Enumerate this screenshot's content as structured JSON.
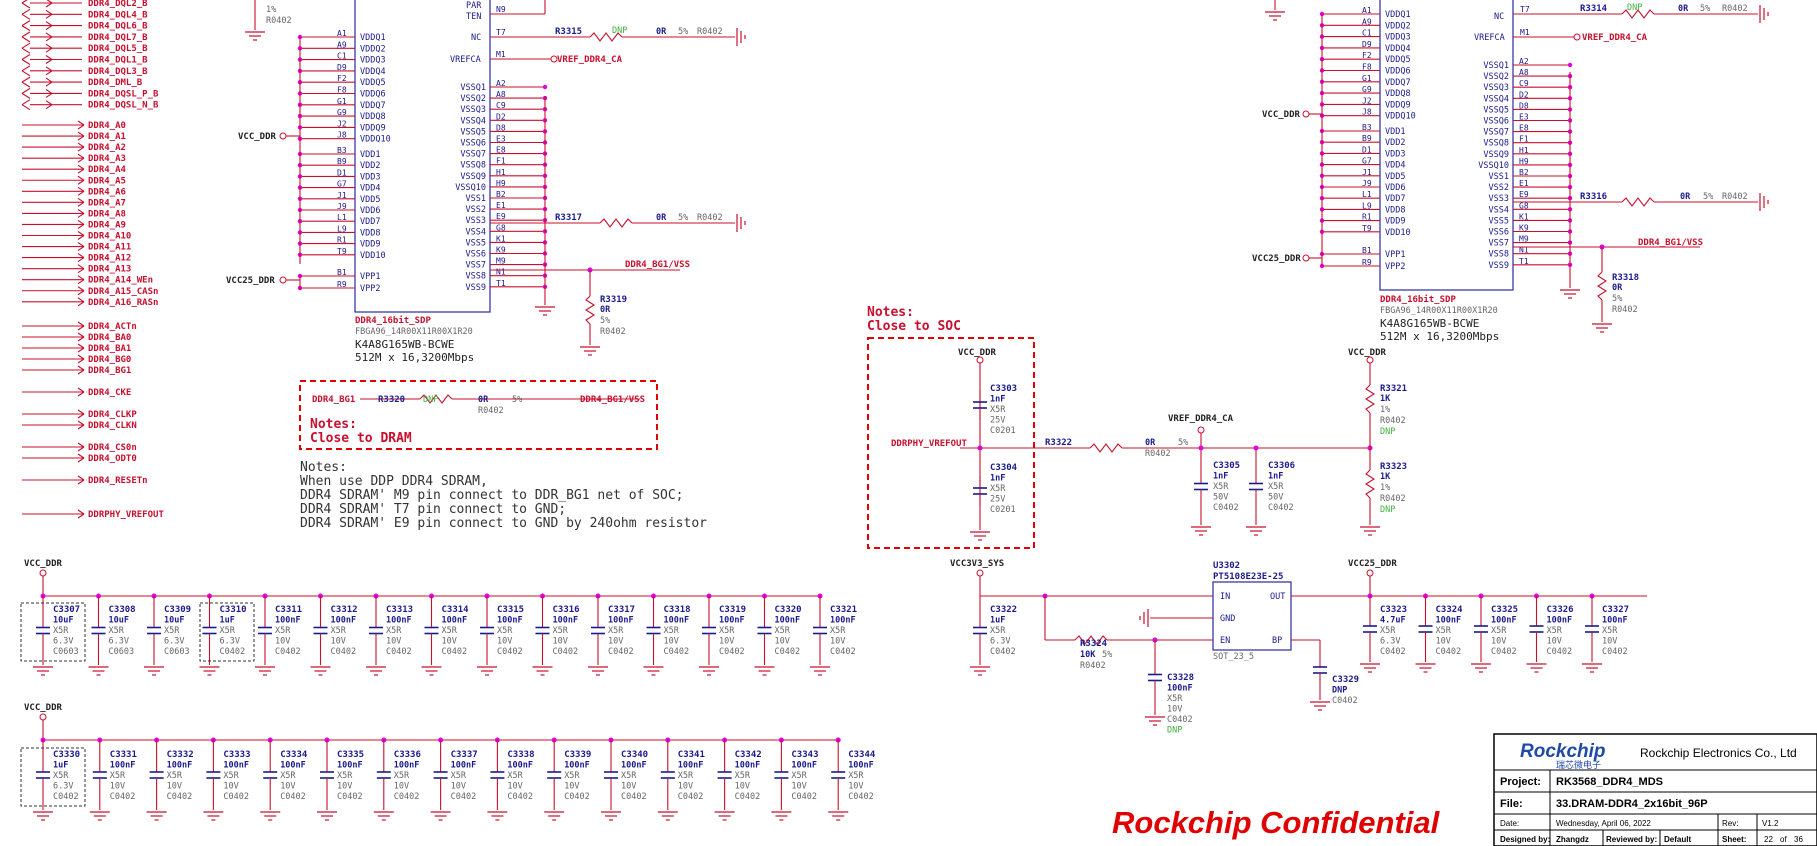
{
  "left_nets": [
    "DDR4_DQL2_B",
    "DDR4_DQL4_B",
    "DDR4_DQL6_B",
    "DDR4_DQL7_B",
    "DDR4_DQL5_B",
    "DDR4_DQL1_B",
    "DDR4_DQL3_B",
    "DDR4_DML_B",
    "DDR4_DQSL_P_B",
    "DDR4_DQSL_N_B",
    "DDR4_A0",
    "DDR4_A1",
    "DDR4_A2",
    "DDR4_A3",
    "DDR4_A4",
    "DDR4_A5",
    "DDR4_A6",
    "DDR4_A7",
    "DDR4_A8",
    "DDR4_A9",
    "DDR4_A10",
    "DDR4_A11",
    "DDR4_A12",
    "DDR4_A13",
    "DDR4_A14_WEn",
    "DDR4_A15_CASn",
    "DDR4_A16_RASn",
    "DDR4_ACTn",
    "DDR4_BA0",
    "DDR4_BA1",
    "DDR4_BG0",
    "DDR4_BG1",
    "DDR4_CKE",
    "DDR4_CLKP",
    "DDR4_CLKN",
    "DDR4_CS0n",
    "DDR4_ODT0",
    "DDR4_RESETn",
    "DDRPHY_VREFOUT"
  ],
  "chip1": {
    "left_pins": [
      "A1",
      "A9",
      "C1",
      "D9",
      "F2",
      "F8",
      "G1",
      "G9",
      "J2",
      "J8",
      "B3",
      "B9",
      "D1",
      "G7",
      "J1",
      "J9",
      "L1",
      "L9",
      "R1",
      "T9",
      "B1",
      "R9"
    ],
    "left_names": [
      "VDDQ1",
      "VDDQ2",
      "VDDQ3",
      "VDDQ4",
      "VDDQ5",
      "VDDQ6",
      "VDDQ7",
      "VDDQ8",
      "VDDQ9",
      "VDDQ10",
      "VDD1",
      "VDD2",
      "VDD3",
      "VDD4",
      "VDD5",
      "VDD6",
      "VDD7",
      "VDD8",
      "VDD9",
      "VDD10",
      "VPP1",
      "VPP2"
    ],
    "right_top": [
      "PAR",
      "TEN",
      "NC",
      "VREFCA"
    ],
    "right_top_pins": [
      "N9",
      "T7",
      "M1"
    ],
    "right_names": [
      "VSSQ1",
      "VSSQ2",
      "VSSQ3",
      "VSSQ4",
      "VSSQ5",
      "VSSQ6",
      "VSSQ7",
      "VSSQ8",
      "VSSQ9",
      "VSSQ10",
      "VSS1",
      "VSS2",
      "VSS3",
      "VSS4",
      "VSS5",
      "VSS6",
      "VSS7",
      "VSS8",
      "VSS9"
    ],
    "right_pins": [
      "A2",
      "A8",
      "C9",
      "D2",
      "D8",
      "E3",
      "E8",
      "F1",
      "H1",
      "H9",
      "B2",
      "E1",
      "E9",
      "G8",
      "K1",
      "K9",
      "M9",
      "N1",
      "T1"
    ],
    "part": "DDR4_16bit_SDP",
    "footprint": "FBGA96_14R00X11R00X1R20",
    "mpn": "K4A8G165WB-BCWE",
    "desc": "512M x 16,3200Mbps",
    "vcc": "VCC_DDR",
    "vpp": "VCC25_DDR"
  },
  "chip2": {
    "part": "DDR4_16bit_SDP",
    "footprint": "FBGA96_14R00X11R00X1R20",
    "mpn": "K4A8G165WB-BCWE",
    "desc": "512M x 16,3200Mbps",
    "vcc": "VCC_DDR",
    "vpp": "VCC25_DDR"
  },
  "resistors": {
    "r3315": {
      "ref": "R3315",
      "val": "0R",
      "tol": "5%",
      "pkg": "R0402",
      "dnp": "DNP"
    },
    "r3317": {
      "ref": "R3317",
      "val": "0R",
      "tol": "5%",
      "pkg": "R0402"
    },
    "r3319": {
      "ref": "R3319",
      "val": "0R",
      "tol": "5%",
      "pkg": "R0402"
    },
    "r3320": {
      "ref": "R3320",
      "val": "0R",
      "tol": "5%",
      "pkg": "R0402",
      "dnp": "DNP"
    },
    "r3314": {
      "ref": "R3314",
      "val": "0R",
      "tol": "5%",
      "pkg": "R0402",
      "dnp": "DNP"
    },
    "r3316": {
      "ref": "R3316",
      "val": "0R",
      "tol": "5%",
      "pkg": "R0402"
    },
    "r3318": {
      "ref": "R3318",
      "val": "0R",
      "tol": "5%",
      "pkg": "R0402"
    },
    "r3322": {
      "ref": "R3322",
      "val": "0R",
      "tol": "5%",
      "pkg": "R0402"
    },
    "r3321": {
      "ref": "R3321",
      "val": "1K",
      "tol": "1%",
      "pkg": "R0402",
      "dnp": "DNP"
    },
    "r3323": {
      "ref": "R3323",
      "val": "1K",
      "tol": "1%",
      "pkg": "R0402",
      "dnp": "DNP"
    },
    "r3324": {
      "ref": "R3324",
      "val": "10K",
      "tol": "5%",
      "pkg": "R0402"
    }
  },
  "nets": {
    "vref_ca": "VREF_DDR4_CA",
    "bg1_vss": "DDR4_BG1/VSS",
    "bg1": "DDR4_BG1",
    "vrefout": "DDRPHY_VREFOUT",
    "vcc_ddr": "VCC_DDR",
    "vcc25": "VCC25_DDR",
    "vcc3v3": "VCC3V3_SYS",
    "r0402_top": "R0402",
    "onepct": "1%"
  },
  "notes": {
    "dram_title": "Notes:",
    "dram_line": "Close to DRAM",
    "soc_title": "Notes:",
    "soc_line": "Close to SOC",
    "ddp_title": "Notes:",
    "ddp_lines": [
      "When use DDP DDR4 SDRAM,",
      "DDR4 SDRAM' M9 pin connect to DDR_BG1 net of SOC;",
      "DDR4 SDRAM' T7 pin connect to GND;",
      "DDR4 SDRAM' E9 pin connect to GND by 240ohm resistor"
    ]
  },
  "soc_caps": [
    {
      "ref": "C3303",
      "val": "1nF",
      "d": "X5R",
      "v": "25V",
      "pkg": "C0201"
    },
    {
      "ref": "C3304",
      "val": "1nF",
      "d": "X5R",
      "v": "25V",
      "pkg": "C0201"
    },
    {
      "ref": "C3305",
      "val": "1nF",
      "d": "X5R",
      "v": "50V",
      "pkg": "C0402"
    },
    {
      "ref": "C3306",
      "val": "1nF",
      "d": "X5R",
      "v": "50V",
      "pkg": "C0402"
    }
  ],
  "row1_caps": [
    {
      "ref": "C3307",
      "val": "10uF",
      "d": "X5R",
      "v": "6.3V",
      "pkg": "C0603"
    },
    {
      "ref": "C3308",
      "val": "10uF",
      "d": "X5R",
      "v": "6.3V",
      "pkg": "C0603"
    },
    {
      "ref": "C3309",
      "val": "10uF",
      "d": "X5R",
      "v": "6.3V",
      "pkg": "C0603"
    },
    {
      "ref": "C3310",
      "val": "1uF",
      "d": "X5R",
      "v": "6.3V",
      "pkg": "C0402"
    },
    {
      "ref": "C3311",
      "val": "100nF",
      "d": "X5R",
      "v": "10V",
      "pkg": "C0402"
    },
    {
      "ref": "C3312",
      "val": "100nF",
      "d": "X5R",
      "v": "10V",
      "pkg": "C0402"
    },
    {
      "ref": "C3313",
      "val": "100nF",
      "d": "X5R",
      "v": "10V",
      "pkg": "C0402"
    },
    {
      "ref": "C3314",
      "val": "100nF",
      "d": "X5R",
      "v": "10V",
      "pkg": "C0402"
    },
    {
      "ref": "C3315",
      "val": "100nF",
      "d": "X5R",
      "v": "10V",
      "pkg": "C0402"
    },
    {
      "ref": "C3316",
      "val": "100nF",
      "d": "X5R",
      "v": "10V",
      "pkg": "C0402"
    },
    {
      "ref": "C3317",
      "val": "100nF",
      "d": "X5R",
      "v": "10V",
      "pkg": "C0402"
    },
    {
      "ref": "C3318",
      "val": "100nF",
      "d": "X5R",
      "v": "10V",
      "pkg": "C0402"
    },
    {
      "ref": "C3319",
      "val": "100nF",
      "d": "X5R",
      "v": "10V",
      "pkg": "C0402"
    },
    {
      "ref": "C3320",
      "val": "100nF",
      "d": "X5R",
      "v": "10V",
      "pkg": "C0402"
    },
    {
      "ref": "C3321",
      "val": "100nF",
      "d": "X5R",
      "v": "10V",
      "pkg": "C0402"
    }
  ],
  "row2_caps": [
    {
      "ref": "C3330",
      "val": "1uF",
      "d": "X5R",
      "v": "6.3V",
      "pkg": "C0402"
    },
    {
      "ref": "C3331",
      "val": "100nF",
      "d": "X5R",
      "v": "10V",
      "pkg": "C0402"
    },
    {
      "ref": "C3332",
      "val": "100nF",
      "d": "X5R",
      "v": "10V",
      "pkg": "C0402"
    },
    {
      "ref": "C3333",
      "val": "100nF",
      "d": "X5R",
      "v": "10V",
      "pkg": "C0402"
    },
    {
      "ref": "C3334",
      "val": "100nF",
      "d": "X5R",
      "v": "10V",
      "pkg": "C0402"
    },
    {
      "ref": "C3335",
      "val": "100nF",
      "d": "X5R",
      "v": "10V",
      "pkg": "C0402"
    },
    {
      "ref": "C3336",
      "val": "100nF",
      "d": "X5R",
      "v": "10V",
      "pkg": "C0402"
    },
    {
      "ref": "C3337",
      "val": "100nF",
      "d": "X5R",
      "v": "10V",
      "pkg": "C0402"
    },
    {
      "ref": "C3338",
      "val": "100nF",
      "d": "X5R",
      "v": "10V",
      "pkg": "C0402"
    },
    {
      "ref": "C3339",
      "val": "100nF",
      "d": "X5R",
      "v": "10V",
      "pkg": "C0402"
    },
    {
      "ref": "C3340",
      "val": "100nF",
      "d": "X5R",
      "v": "10V",
      "pkg": "C0402"
    },
    {
      "ref": "C3341",
      "val": "100nF",
      "d": "X5R",
      "v": "10V",
      "pkg": "C0402"
    },
    {
      "ref": "C3342",
      "val": "100nF",
      "d": "X5R",
      "v": "10V",
      "pkg": "C0402"
    },
    {
      "ref": "C3343",
      "val": "100nF",
      "d": "X5R",
      "v": "10V",
      "pkg": "C0402"
    },
    {
      "ref": "C3344",
      "val": "100nF",
      "d": "X5R",
      "v": "10V",
      "pkg": "C0402"
    }
  ],
  "ldo": {
    "ref": "U3302",
    "part": "PT5108E23E-25",
    "pkg": "SOT_23_5",
    "pins": [
      "IN",
      "GND",
      "EN",
      "OUT",
      "BP"
    ],
    "c3322": {
      "ref": "C3322",
      "val": "1uF",
      "d": "X5R",
      "v": "6.3V",
      "pkg": "C0402"
    },
    "c3328": {
      "ref": "C3328",
      "val": "100nF",
      "d": "X5R",
      "v": "10V",
      "pkg": "C0402",
      "dnp": "DNP"
    },
    "c3329": {
      "ref": "C3329",
      "val": "DNP",
      "pkg": "C0402"
    }
  },
  "vcc25_caps": [
    {
      "ref": "C3323",
      "val": "4.7uF",
      "d": "X5R",
      "v": "6.3V",
      "pkg": "C0402"
    },
    {
      "ref": "C3324",
      "val": "100nF",
      "d": "X5R",
      "v": "10V",
      "pkg": "C0402"
    },
    {
      "ref": "C3325",
      "val": "100nF",
      "d": "X5R",
      "v": "10V",
      "pkg": "C0402"
    },
    {
      "ref": "C3326",
      "val": "100nF",
      "d": "X5R",
      "v": "10V",
      "pkg": "C0402"
    },
    {
      "ref": "C3327",
      "val": "100nF",
      "d": "X5R",
      "v": "10V",
      "pkg": "C0402"
    }
  ],
  "confidential": "Rockchip Confidential",
  "title_block": {
    "logo": "Rockchip",
    "logo_cn": "瑞芯微电子",
    "company": "Rockchip Electronics Co., Ltd",
    "project_label": "Project:",
    "project": "RK3568_DDR4_MDS",
    "file_label": "File:",
    "file": "33.DRAM-DDR4_2x16bit_96P",
    "date_label": "Date:",
    "date": "Wednesday, April 06, 2022",
    "rev_label": "Rev:",
    "rev": "V1.2",
    "designed_label": "Designed by:",
    "designer": "Zhangdz",
    "reviewed_label": "Reviewed by:",
    "reviewer": "Default",
    "sheet_label": "Sheet:",
    "sheet": "22",
    "of": "of",
    "sheets": "36"
  }
}
